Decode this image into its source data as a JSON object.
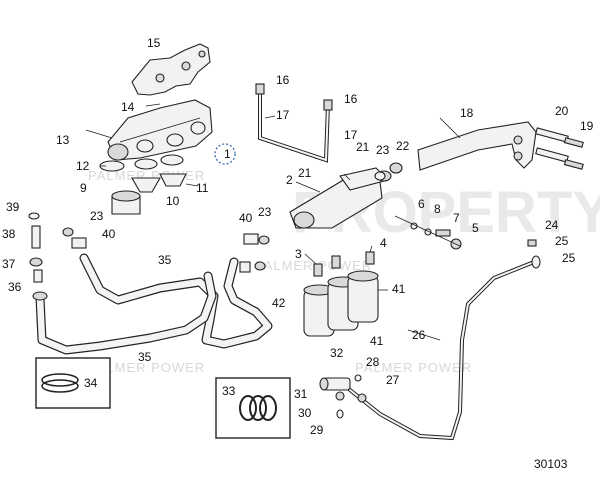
{
  "diagram": {
    "drawing_number": "30103",
    "watermark_main": "PROPERTY OF VOLVO PENTA",
    "watermark_brand": "PALMER POWER",
    "part_labels": [
      "1",
      "2",
      "3",
      "4",
      "5",
      "6",
      "7",
      "8",
      "9",
      "10",
      "11",
      "12",
      "13",
      "14",
      "15",
      "16",
      "17",
      "18",
      "19",
      "20",
      "21",
      "22",
      "23",
      "24",
      "25",
      "26",
      "27",
      "28",
      "29",
      "30",
      "31",
      "32",
      "33",
      "34",
      "35",
      "36",
      "37",
      "38",
      "39",
      "40",
      "41",
      "42"
    ]
  }
}
